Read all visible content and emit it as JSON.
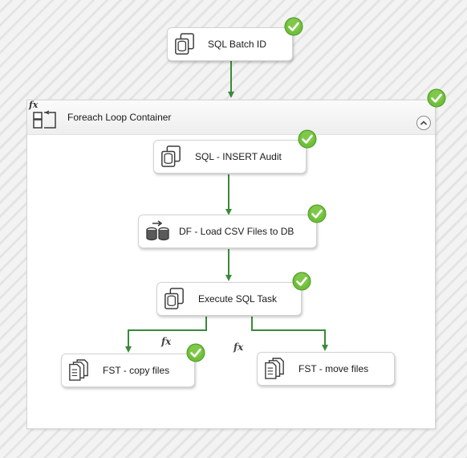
{
  "container": {
    "title": "Foreach Loop Container",
    "fx": "fx"
  },
  "tasks": {
    "sql_batch_id": "SQL Batch ID",
    "sql_insert_audit": "SQL - INSERT Audit",
    "df_load_csv": "DF - Load CSV Files to DB",
    "execute_sql": "Execute SQL Task",
    "fst_copy": "FST - copy files",
    "fst_move": "FST - move files"
  },
  "constraints": {
    "copy_fx": "fx",
    "move_fx": "fx"
  },
  "icons": {
    "sql_task": "sql-task-icon",
    "data_flow": "data-flow-icon",
    "file_system": "file-system-task-icon",
    "status": "success-check-icon",
    "collapse": "chevron-up-icon"
  },
  "colors": {
    "connector": "#3a8a3a",
    "success": "#6fbf3a"
  }
}
